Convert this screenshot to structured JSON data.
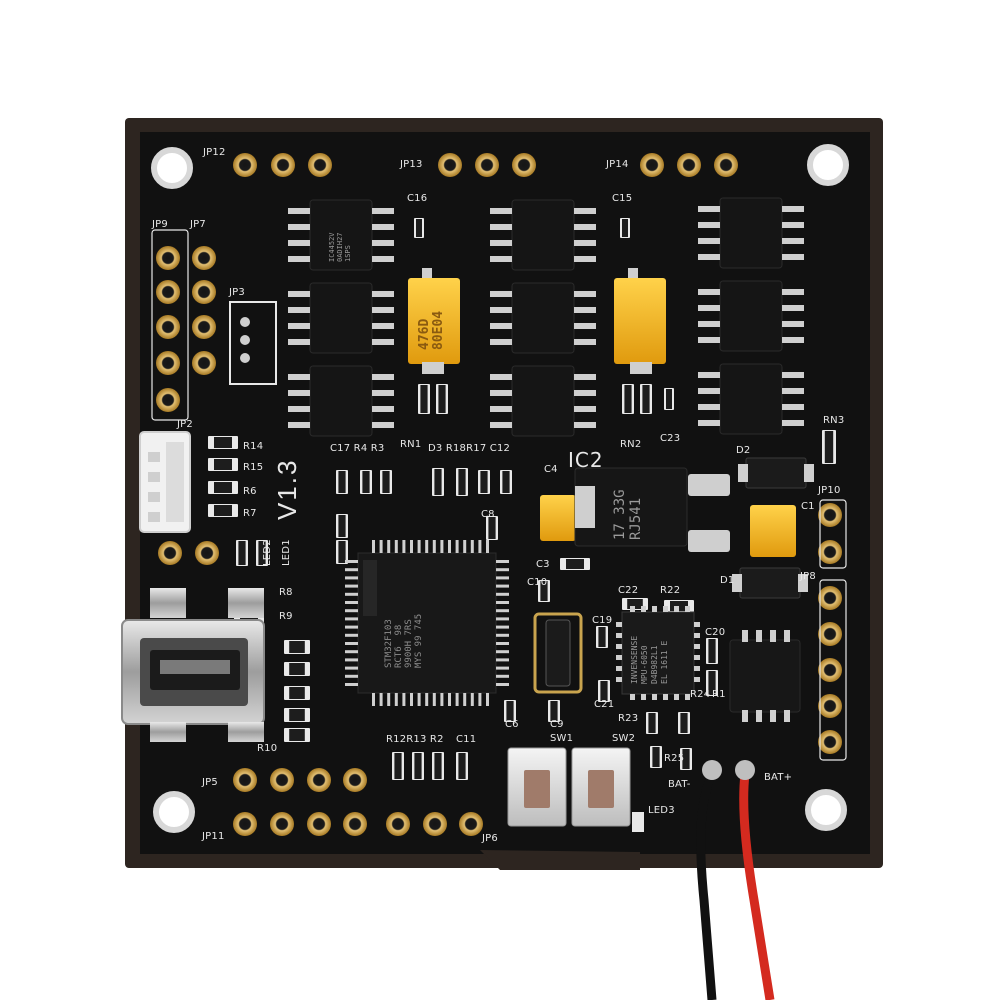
{
  "board": {
    "version": "V1.3",
    "labels": {
      "jp12": "JP12",
      "jp13": "JP13",
      "jp14": "JP14",
      "jp9": "JP9",
      "jp7": "JP7",
      "jp3": "JP3",
      "jp2": "JP2",
      "jp5": "JP5",
      "jp11": "JP11",
      "jp6": "JP6",
      "jp10": "JP10",
      "jp8": "JP8",
      "c16": "C16",
      "c15": "C15",
      "c4": "C4",
      "c1": "C1",
      "c3": "C3",
      "c10": "C10",
      "c22": "C22",
      "c19": "C19",
      "c20": "C20",
      "c21": "C21",
      "c23": "C23",
      "c6": "C6",
      "c9": "C9",
      "c11": "C11",
      "rn1": "RN1",
      "rn2": "RN2",
      "rn3": "RN3",
      "r14": "R14",
      "r15": "R15",
      "r6": "R6",
      "r7": "R7",
      "row_c17": "C17 R4 R3",
      "row_d3": "D3 R18R17 C12",
      "c8": "C8",
      "ic2": "IC2",
      "d2": "D2",
      "d1": "D1",
      "led2": "LED2",
      "led1": "LED1",
      "led3": "LED3",
      "r8": "R8",
      "r9": "R9",
      "r10": "R10",
      "row_r12": "R12R13 R2",
      "r22": "R22",
      "r23": "R23",
      "r24": "R24",
      "r25": "R25",
      "r1": "R1",
      "sw1": "SW1",
      "sw2": "SW2",
      "bat_neg": "BAT-",
      "bat_pos": "BAT+"
    },
    "chip_marks": {
      "mcu": "STM32F103\nRCT6  98\n9900H 7RS\nMYS 99 745",
      "imu": "INVENSENSE\nMPU-6050\nD4B982L1\nEL 1611 E",
      "regulator": "17 33G\nRJ541",
      "opamp": "IC4452V\n0ADIH27\n1SPS"
    },
    "cap_mark": "476D\n80E04",
    "colors": {
      "pcb": "#121212",
      "pcb_edge": "#2b2520",
      "silkscreen": "#e8e8e8",
      "gold": "#c89b3c",
      "tantalum": "#f2b21d",
      "wire_red": "#d42a1f",
      "wire_black": "#111111"
    },
    "icons": [
      "mounting-hole-icon",
      "mini-usb-connector-icon",
      "st-logo-icon",
      "arm-logo-icon"
    ]
  }
}
